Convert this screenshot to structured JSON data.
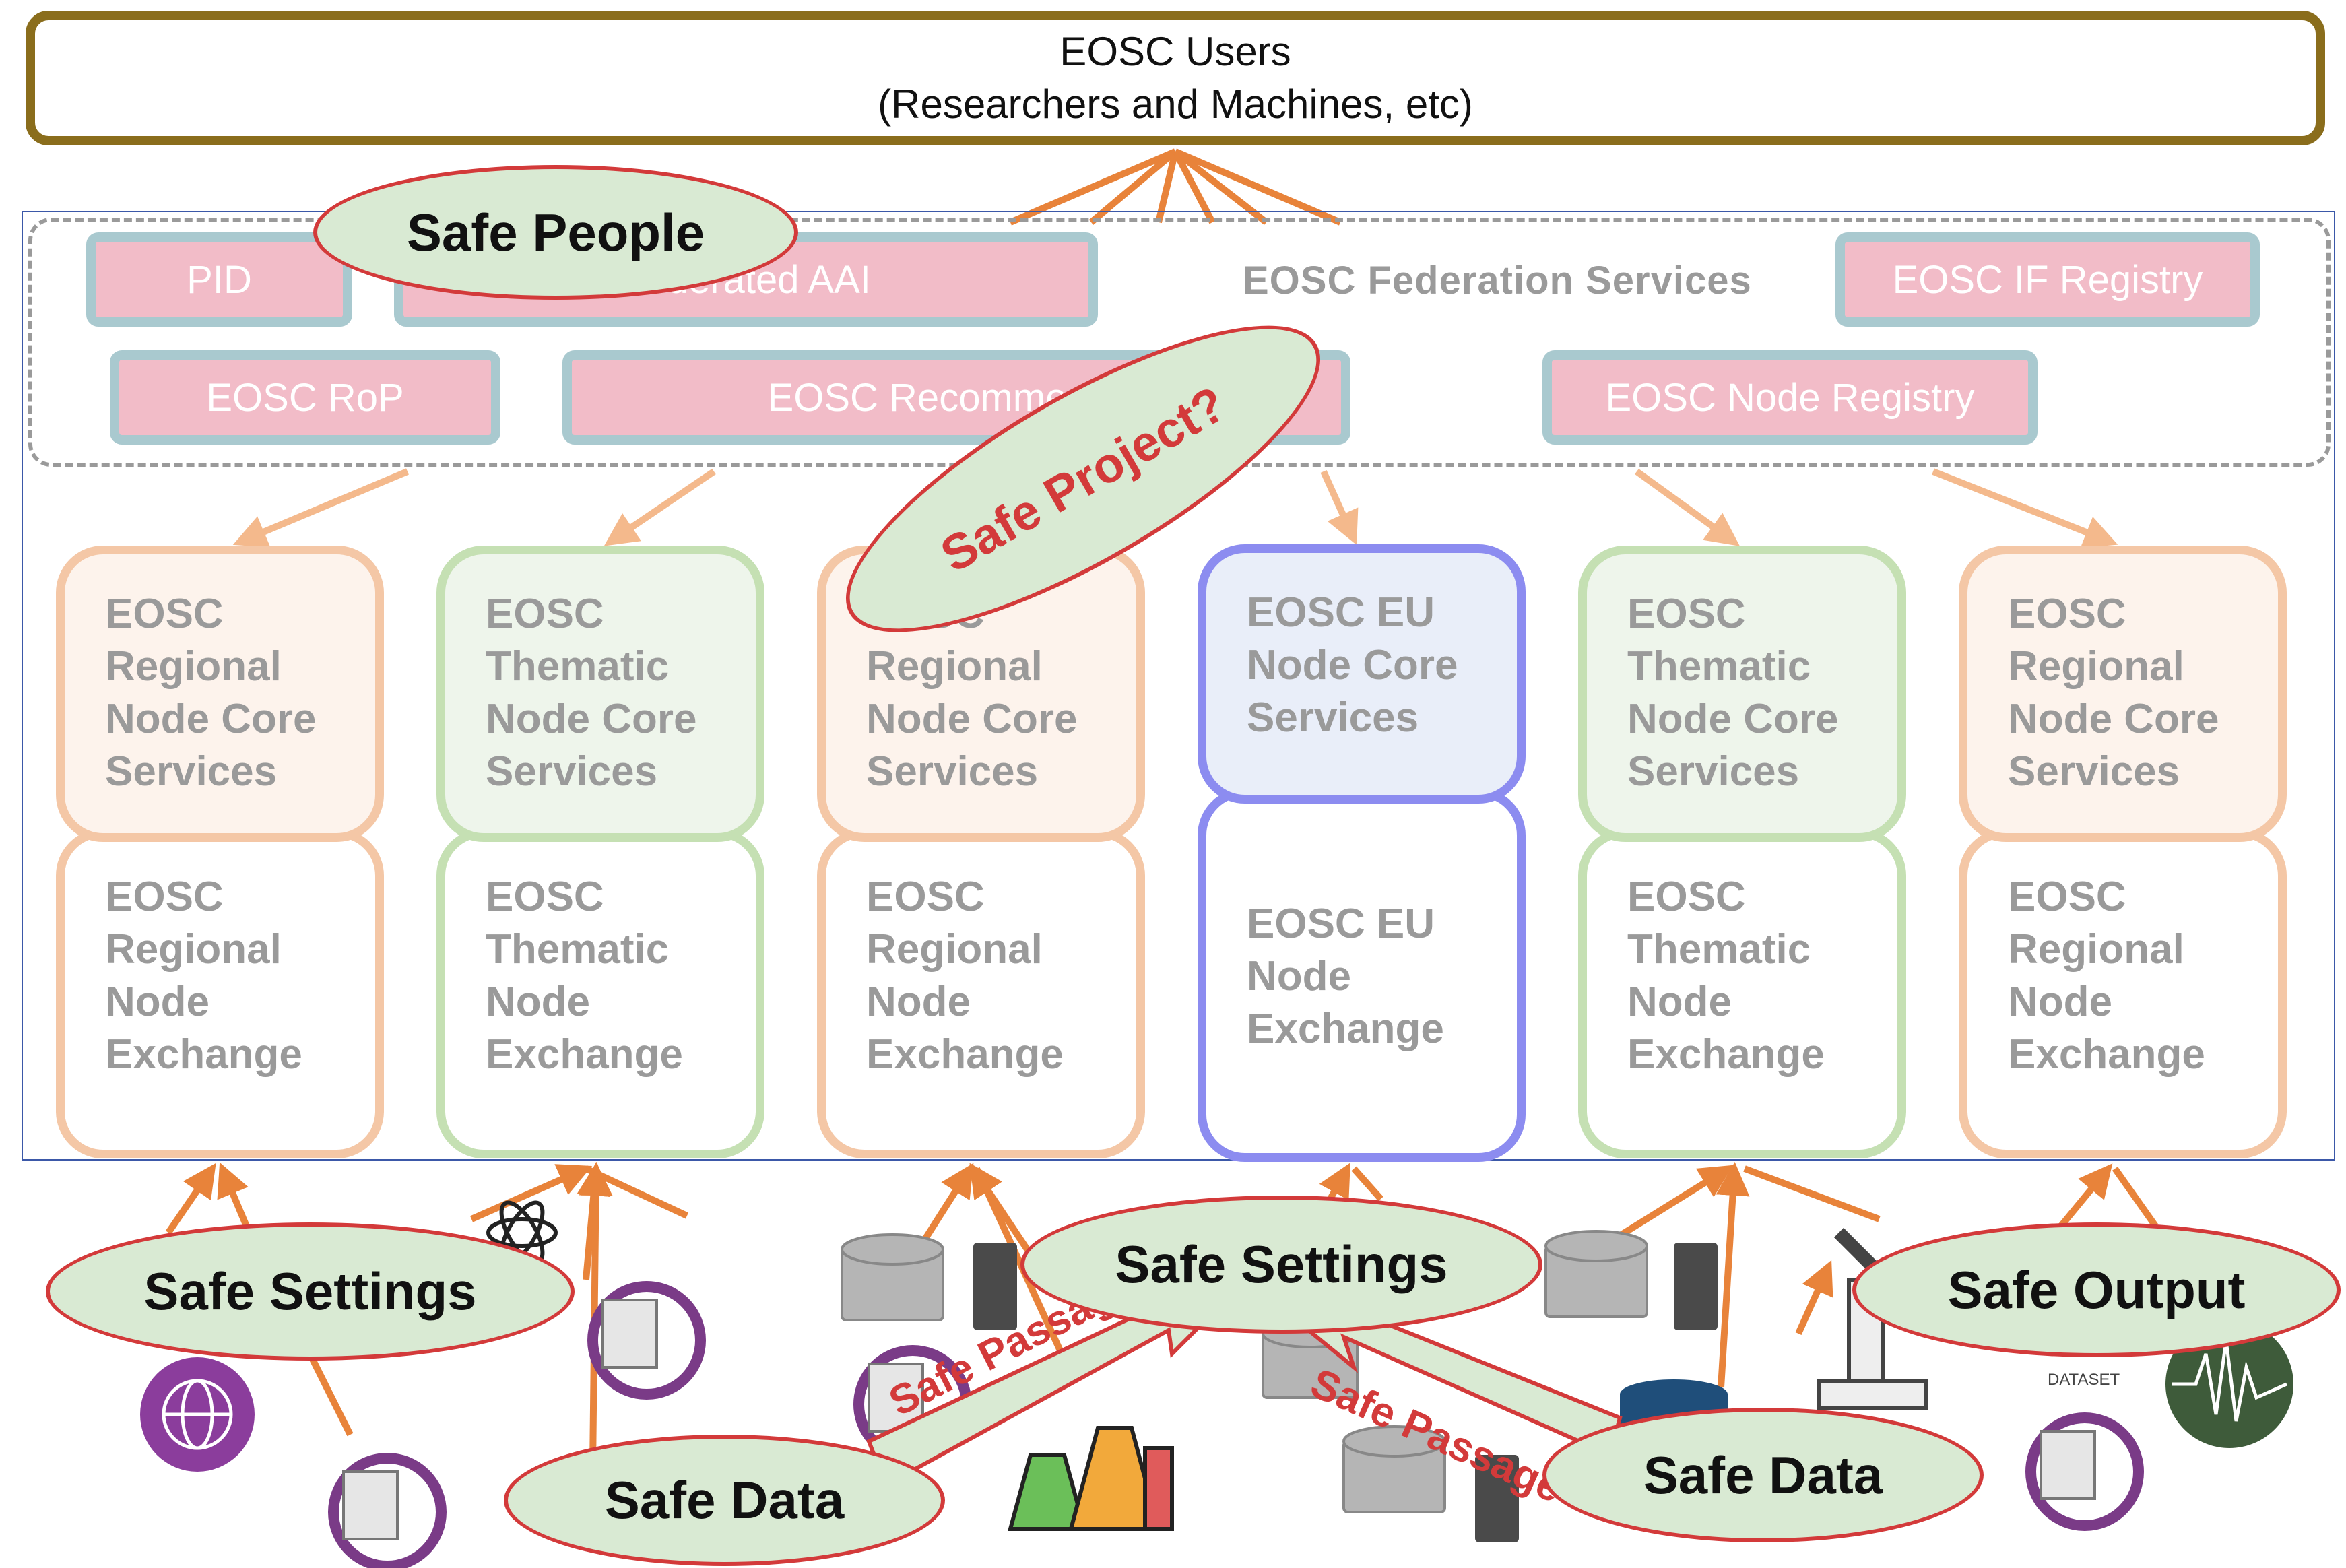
{
  "users": {
    "line1": "EOSC Users",
    "line2": "(Researchers and Machines, etc)"
  },
  "federation": {
    "title": "EOSC Federation Services",
    "services": [
      "PID",
      "Federated AAI",
      "EOSC IF Registry",
      "EOSC RoP",
      "EOSC Recommender",
      "EOSC Node Registry"
    ]
  },
  "nodes": [
    {
      "core": "EOSC\nRegional\nNode Core\nServices",
      "exchange": "EOSC\nRegional\nNode\nExchange"
    },
    {
      "core": "EOSC\nThematic\nNode Core\nServices",
      "exchange": "EOSC\nThematic\nNode\nExchange"
    },
    {
      "core": "EOSC\nRegional\nNode Core\nServices",
      "exchange": "EOSC\nRegional\nNode\nExchange"
    },
    {
      "core": "EOSC EU\nNode Core\nServices",
      "exchange": "EOSC EU\nNode\nExchange"
    },
    {
      "core": "EOSC\nThematic\nNode Core\nServices",
      "exchange": "EOSC\nThematic\nNode\nExchange"
    },
    {
      "core": "EOSC\nRegional\nNode Core\nServices",
      "exchange": "EOSC\nRegional\nNode\nExchange"
    }
  ],
  "safes": {
    "people": "Safe People",
    "project": "Safe Project?",
    "settings_left": "Safe Settings",
    "settings_center": "Safe Settings",
    "output": "Safe Output",
    "data_left": "Safe Data",
    "data_right": "Safe Data",
    "passage_left": "Safe Passage",
    "passage_right": "Safe Passage"
  },
  "dataset_label": "DATASET",
  "colors": {
    "frame_gold": "#8a6d1c",
    "safe_red": "#d33a3a",
    "safe_fill": "#d9ead3",
    "arrow_orange": "#e8833a"
  }
}
